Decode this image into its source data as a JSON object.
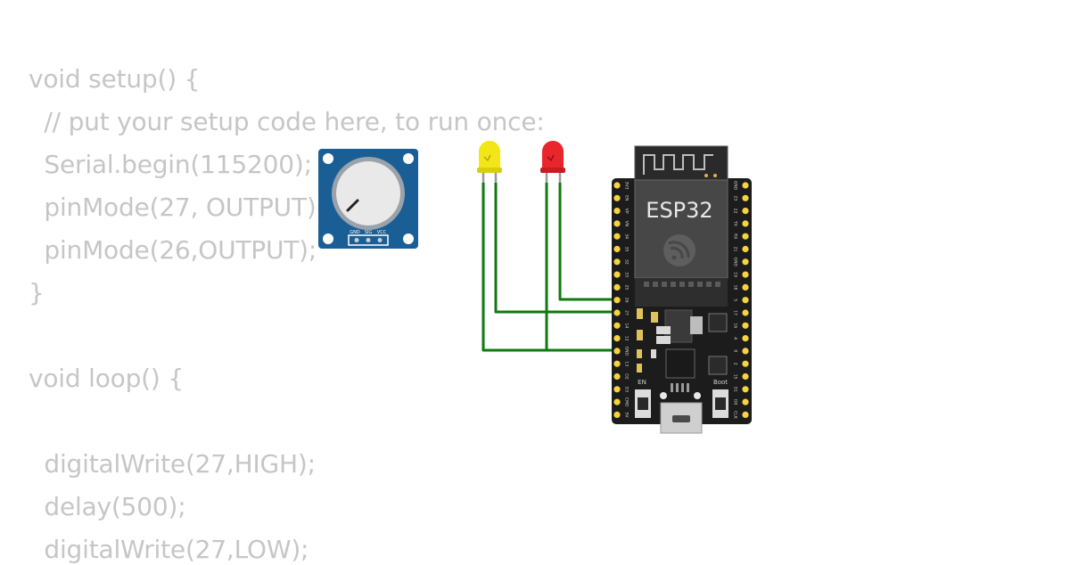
{
  "code": {
    "lines": [
      "void setup() {",
      "  // put your setup code here, to run once:",
      "  Serial.begin(115200);",
      "  pinMode(27, OUTPUT);",
      "  pinMode(26,OUTPUT);",
      "}",
      "",
      "void loop() {",
      "",
      "  digitalWrite(27,HIGH);",
      "  delay(500);",
      "  digitalWrite(27,LOW);"
    ]
  },
  "potentiometer": {
    "pin_labels": [
      "GND",
      "SIG",
      "VCC"
    ]
  },
  "leds": [
    {
      "name": "yellow-led",
      "color": "#f2e616"
    },
    {
      "name": "red-led",
      "color": "#e8262b"
    }
  ],
  "esp32": {
    "label": "ESP32",
    "button_en": "EN",
    "button_boot": "Boot",
    "left_pins": [
      "3V3",
      "EN",
      "VP",
      "VN",
      "34",
      "35",
      "32",
      "33",
      "25",
      "26",
      "27",
      "14",
      "12",
      "GND",
      "13",
      "D2",
      "D3",
      "CMD",
      "5V"
    ],
    "right_pins": [
      "GND",
      "23",
      "22",
      "TX",
      "RX",
      "21",
      "GND",
      "19",
      "18",
      "5",
      "17",
      "16",
      "4",
      "0",
      "2",
      "15",
      "D1",
      "D0",
      "CLK"
    ]
  },
  "colors": {
    "wire": "#0f7a0f",
    "board": "#1c1c1c",
    "pot_board": "#1a5e96",
    "pin_gold": "#f5d43c",
    "code_text": "#c6c6c6"
  }
}
